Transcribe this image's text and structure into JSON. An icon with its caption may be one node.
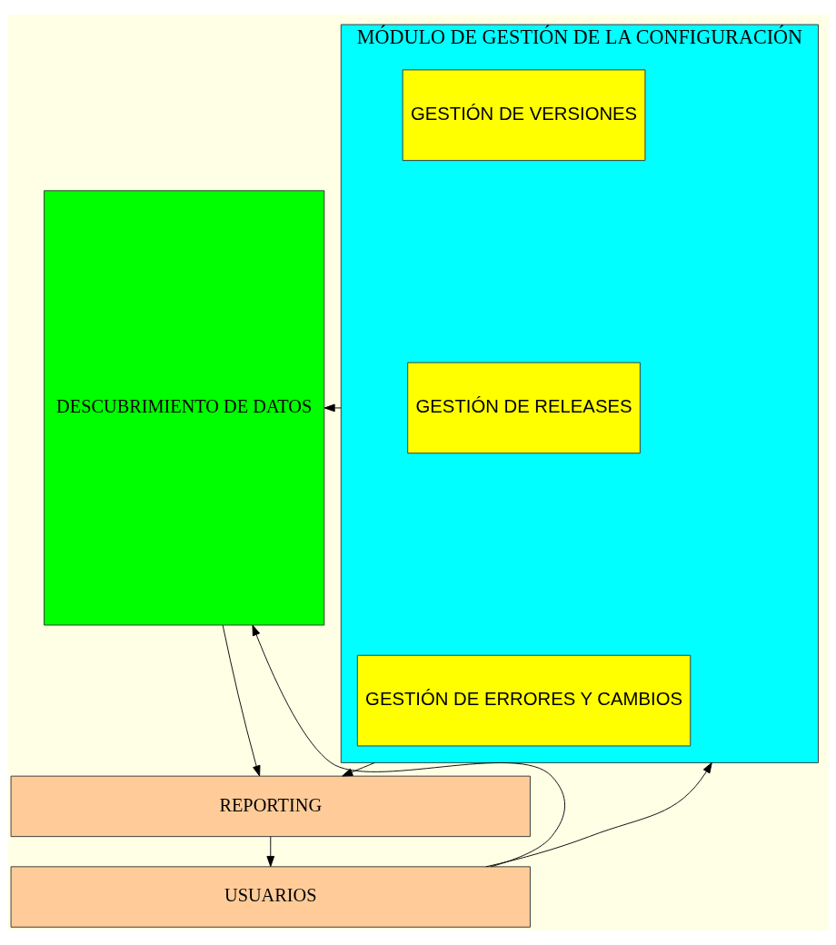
{
  "diagram": {
    "nodes": [
      {
        "text": [
          "DESCUBRIMIENTO DE DATOS"
        ]
      },
      {
        "text": [
          "MÓDULO DE GESTIÓN DE LA CONFIGURACIÓN"
        ]
      },
      {
        "text": [
          "GESTIÓN DE VERSIONES"
        ],
        "in": 1
      },
      {
        "text": [
          "GESTIÓN DE RELEASES"
        ],
        "in": 1
      },
      {
        "text": [
          "GESTIÓN DE ERRORES Y CAMBIOS"
        ],
        "in": 1
      },
      {
        "text": [
          "REPORTING"
        ]
      },
      {
        "text": [
          "USUARIOS"
        ]
      }
    ],
    "edges": [
      {
        "from": 1,
        "to": 0,
        "arrow": "to"
      },
      {
        "from": 0,
        "to": 5,
        "arrow": "to"
      },
      {
        "from": 1,
        "to": 5,
        "arrow": "to"
      },
      {
        "from": 5,
        "to": 6,
        "arrow": "to"
      },
      {
        "from": 6,
        "to": 0,
        "arrow": "to"
      },
      {
        "from": 6,
        "to": 1,
        "arrow": "to"
      }
    ]
  }
}
